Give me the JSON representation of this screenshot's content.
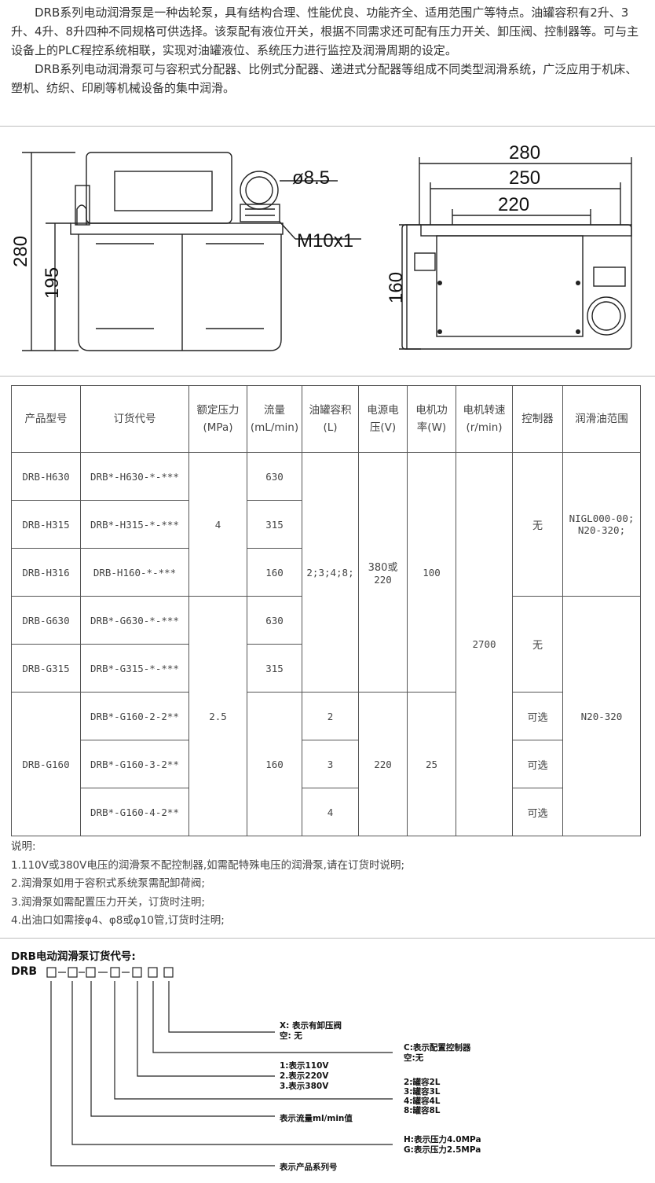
{
  "intro": {
    "p1": "DRB系列电动润滑泵是一种齿轮泵，具有结构合理、性能优良、功能齐全、适用范围广等特点。油罐容积有2升、3升、4升、8升四种不同规格可供选择。该泵配有液位开关，根据不同需求还可配有压力开关、卸压阀、控制器等。可与主设备上的PLC程控系统相联，实现对油罐液位、系统压力进行监控及润滑周期的设定。",
    "p2": "DRB系列电动润滑泵可与容积式分配器、比例式分配器、递进式分配器等组成不同类型润滑系统，广泛应用于机床、塑机、纺织、印刷等机械设备的集中润滑。"
  },
  "drawing": {
    "front": {
      "height_total": "280",
      "height_tank": "195",
      "diameter": "ø8.5",
      "thread": "M10x1"
    },
    "side": {
      "w1": "280",
      "w2": "250",
      "w3": "220",
      "height": "160"
    }
  },
  "table": {
    "headers": {
      "model": "产品型号",
      "order_code": "订货代号",
      "pressure": [
        "额定压力",
        "(MPa)"
      ],
      "flow": [
        "流量",
        "(mL/min)"
      ],
      "tank": [
        "油罐容积",
        "(L)"
      ],
      "voltage": [
        "电源电",
        "压(V)"
      ],
      "power": [
        "电机功",
        "率(W)"
      ],
      "speed": [
        "电机转速",
        "(r/min)"
      ],
      "controller": "控制器",
      "oil": "润滑油范围"
    },
    "rows": [
      {
        "model": "DRB-H630",
        "code": "DRB*-H630-*-***",
        "flow": "630"
      },
      {
        "model": "DRB-H315",
        "code": "DRB*-H315-*-***",
        "flow": "315"
      },
      {
        "model": "DRB-H316",
        "code": "DRB-H160-*-***",
        "flow": "160"
      },
      {
        "model": "DRB-G630",
        "code": "DRB*-G630-*-***",
        "flow": "630"
      },
      {
        "model": "DRB-G315",
        "code": "DRB*-G315-*-***",
        "flow": "315"
      },
      {
        "code": "DRB*-G160-2-2**",
        "tank": "2",
        "controller": "可选"
      },
      {
        "code": "DRB*-G160-3-2**",
        "tank": "3",
        "controller": "可选"
      },
      {
        "code": "DRB*-G160-4-2**",
        "tank": "4",
        "controller": "可选"
      }
    ],
    "merged": {
      "pressure_h": "4",
      "pressure_g": "2.5",
      "tank_hg": "2;3;4;8;",
      "voltage_hg": [
        "380或",
        "220"
      ],
      "power_hg": "100",
      "speed_all": "2700",
      "controller_h": "无",
      "controller_g": "无",
      "oil_h": [
        "NIGL000-00;",
        "N20-320;"
      ],
      "oil_g": "N20-320",
      "model_g160": "DRB-G160",
      "flow_g160": "160",
      "voltage_g160": "220",
      "power_g160": "25"
    }
  },
  "notes": {
    "title": "说明:",
    "items": [
      "1.110V或380V电压的润滑泵不配控制器,如需配特殊电压的润滑泵,请在订货时说明;",
      "2.润滑泵如用于容积式系统泵需配卸荷阀;",
      "3.润滑泵如需配置压力开关，订货时注明;",
      "4.出油口如需接φ4、φ8或φ10管,订货时注明;"
    ]
  },
  "order_code": {
    "title": "DRB电动润滑泵订货代号:",
    "prefix": "DRB",
    "labels": {
      "valve": [
        "X: 表示有卸压阀",
        "空: 无"
      ],
      "controller": [
        "C:表示配置控制器",
        "空:无"
      ],
      "voltage": [
        "1:表示110V",
        "2.表示220V",
        "3.表示380V"
      ],
      "tank": [
        "2:罐容2L",
        "3:罐容3L",
        "4:罐容4L",
        "8:罐容8L"
      ],
      "flow": "表示流量ml/min值",
      "pressure": [
        "H:表示压力4.0MPa",
        "G:表示压力2.5MPa"
      ],
      "series": "表示产品系列号"
    }
  },
  "colors": {
    "line": "#333333",
    "text": "#222222",
    "border": "#555555"
  }
}
